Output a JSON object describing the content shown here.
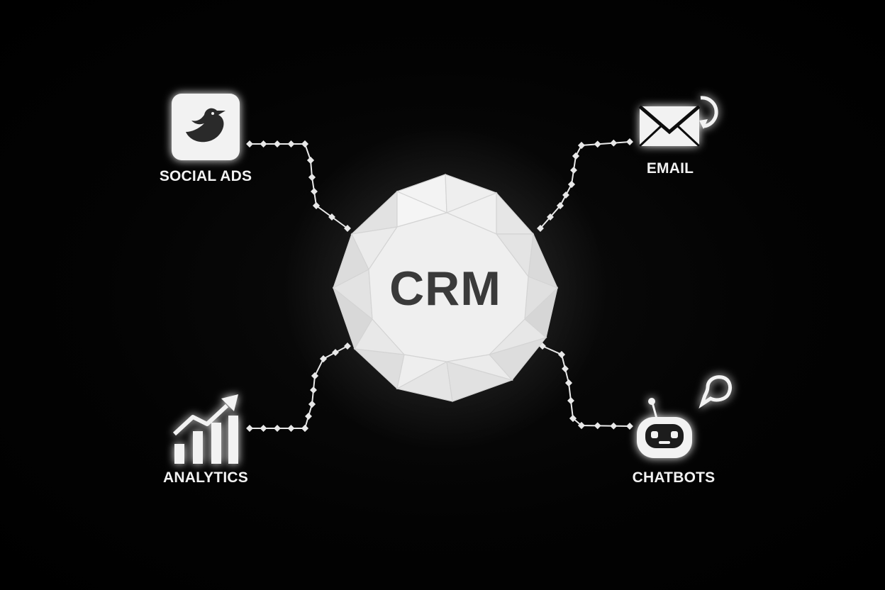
{
  "hub": {
    "label": "CRM"
  },
  "nodes": {
    "social_ads": {
      "label": "SOCIAL ADS",
      "icon": "bird-icon"
    },
    "email": {
      "label": "EMAIL",
      "icon": "envelope-icon"
    },
    "analytics": {
      "label": "ANALYTICS",
      "icon": "bar-chart-trend-icon"
    },
    "chatbots": {
      "label": "CHATBOTS",
      "icon": "robot-chat-icon"
    }
  },
  "colors": {
    "background": "#000000",
    "icon": "#f2f2f2",
    "hub_fill": "#ececec",
    "hub_text": "#3a3a3a",
    "connector": "#e8e8e8"
  }
}
